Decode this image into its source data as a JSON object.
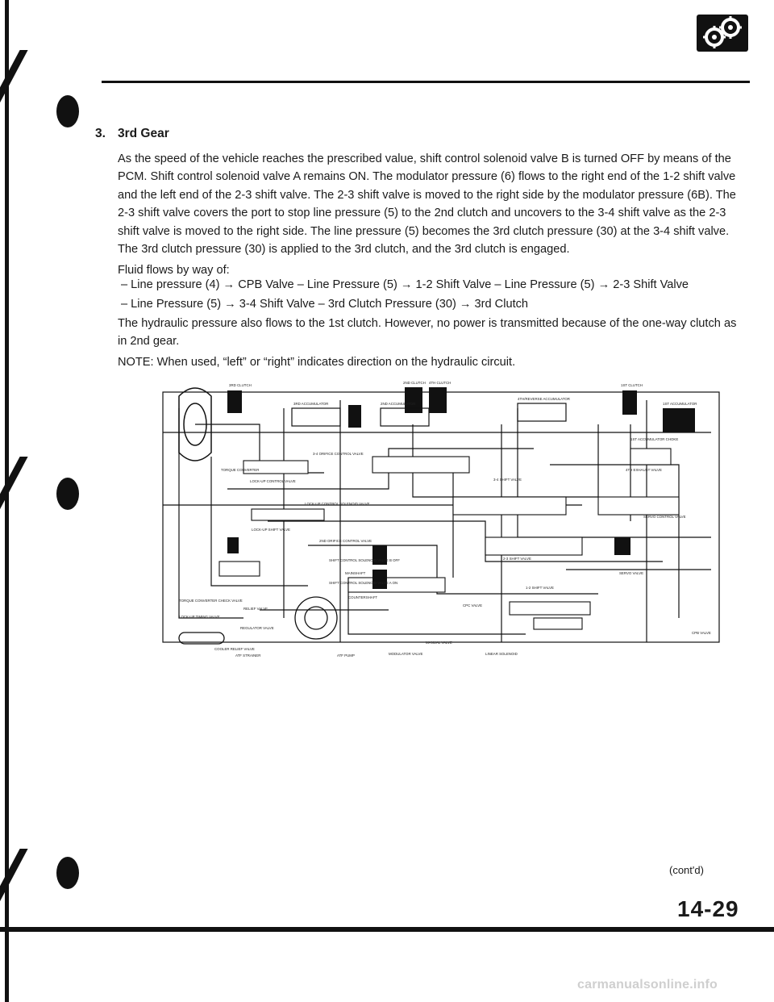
{
  "header": {
    "icon": "gearbox-icon"
  },
  "section": {
    "number": "3.",
    "title": "3rd Gear"
  },
  "body": {
    "paragraph1": "As the speed of the vehicle reaches the prescribed value, shift control solenoid valve B is turned OFF by means of the PCM. Shift control solenoid valve A remains ON. The modulator pressure (6) flows to the right end of the 1-2 shift valve and the left end of the 2-3 shift valve. The 2-3 shift valve is moved to the right side by the modulator pressure (6B). The 2-3 shift valve covers the port to stop line pressure (5) to the 2nd clutch and uncovers to the 3-4 shift valve as the 2-3 shift valve is moved to the right side. The line pressure (5) becomes the 3rd clutch pressure (30) at the 3-4 shift valve. The 3rd clutch pressure (30) is applied to the 3rd clutch, and the 3rd clutch is engaged.",
    "flow_intro": "Fluid flows by way of:",
    "flow_line1": "– Line pressure (4) → CPB Valve – Line Pressure (5) → 1-2 Shift Valve – Line Pressure (5) → 2-3 Shift Valve",
    "flow_line2": "– Line Pressure (5) → 3-4 Shift Valve – 3rd Clutch Pressure (30) → 3rd Clutch",
    "paragraph2": "The hydraulic pressure also flows to the 1st clutch. However, no power is transmitted because of the one-way clutch as in 2nd gear.",
    "note": "NOTE: When used, “left” or “right” indicates direction on the hydraulic circuit."
  },
  "diagram": {
    "labels": {
      "third_clutch": "3RD CLUTCH",
      "second_clutch": "2ND CLUTCH",
      "fourth_clutch": "4TH CLUTCH",
      "first_clutch": "1ST CLUTCH",
      "third_accumulator": "3RD ACCUMULATOR",
      "second_accumulator": "2ND ACCUMULATOR",
      "fourth_reverse_accumulator": "4TH/REVERSE ACCUMULATOR",
      "first_accumulator": "1ST ACCUMULATOR",
      "first_accumulator_choke": "1ST ACCUMULATOR CHOKE",
      "torque_converter": "TORQUE CONVERTER",
      "three_four_orifice": "3-4 ORIFICE CONTROL VALVE",
      "lockup_control_valve": "LOCK-UP CONTROL VALVE",
      "fourth_exhaust_valve": "4TH EXHAUST VALVE",
      "three_four_shift": "3-4 SHIFT VALVE",
      "lockup_control_solenoid": "LOCK-UP CONTROL SOLENOID VALVE",
      "servo_control_valve": "SERVO CONTROL VALVE",
      "lockup_shift_valve": "LOCK-UP SHIFT VALVE",
      "second_orifice": "2ND ORIFICE CONTROL VALVE",
      "two_three_shift": "2-3 SHIFT VALVE",
      "shift_solenoid_b": "SHIFT CONTROL SOLENOID VALVE B OFF",
      "shift_solenoid_a": "SHIFT CONTROL SOLENOID VALVE A ON",
      "one_two_shift": "1-2 SHIFT VALVE",
      "torque_converter_check": "TORQUE CONVERTER CHECK VALVE",
      "mainshaft": "MAINSHAFT",
      "countershaft": "COUNTERSHAFT",
      "servo_valve": "SERVO VALVE",
      "relief_valve": "RELIEF VALVE",
      "cpc_valve": "CPC VALVE",
      "lockup_timing": "LOCK-UP TIMING VALVE",
      "regulator_valve": "REGULATOR VALVE",
      "manual_valve": "MANUAL VALVE",
      "cpb_valve": "CPB VALVE",
      "cooler_relief": "COOLER RELIEF VALVE",
      "atf_strainer": "ATF STRAINER",
      "atf_pump": "ATF PUMP",
      "modulator_valve": "MODULATOR VALVE",
      "linear_solenoid": "LINEAR SOLENOID"
    }
  },
  "footer": {
    "continued": "(cont'd)",
    "page_number": "14-29",
    "watermark": "carmanualsonline.info"
  }
}
